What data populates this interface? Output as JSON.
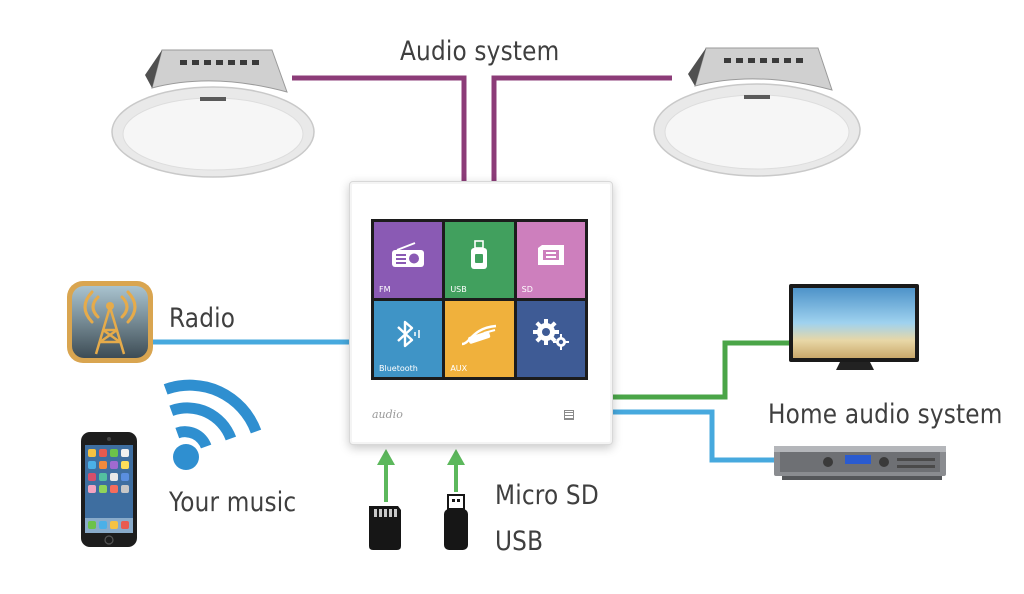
{
  "labels": {
    "audio_system": "Audio system",
    "radio": "Radio",
    "your_music": "Your music",
    "micro_sd": "Micro SD",
    "usb": "USB",
    "home_audio_system": "Home audio system"
  },
  "panel": {
    "brand": "audio",
    "tiles": [
      {
        "label": "FM",
        "color": "#8a5ab4",
        "icon": "radio-icon"
      },
      {
        "label": "USB",
        "color": "#41a05e",
        "icon": "usb-icon"
      },
      {
        "label": "SD",
        "color": "#cd7fbd",
        "icon": "sd-card-icon"
      },
      {
        "label": "Bluetooth",
        "color": "#3f94c6",
        "icon": "bluetooth-icon"
      },
      {
        "label": "AUX",
        "color": "#f0b13c",
        "icon": "aux-cable-icon"
      },
      {
        "label": "",
        "color": "#3e5b95",
        "icon": "settings-icon"
      }
    ]
  },
  "colors": {
    "speaker_line": "#8c3c78",
    "radio_line": "#47a9de",
    "tv_line": "#4aa548",
    "home_audio_line": "#47a9de",
    "arrow": "#5cb85c"
  }
}
